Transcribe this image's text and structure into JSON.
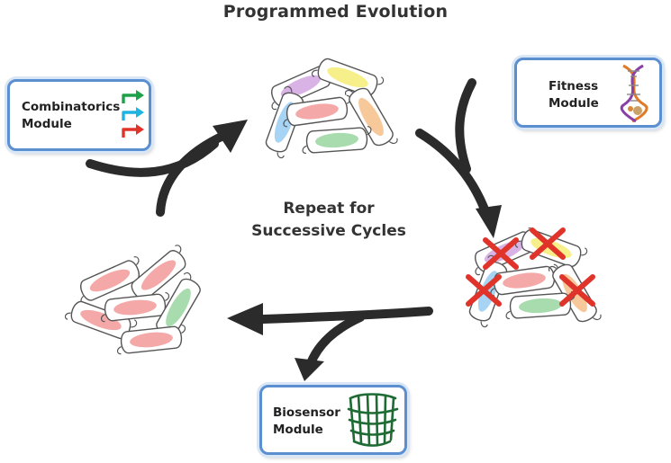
{
  "title": "Programmed Evolution",
  "center_text": {
    "line1": "Repeat for",
    "line2": "Successive Cycles"
  },
  "modules": {
    "combinatorics": {
      "line1": "Combinatorics",
      "line2": "Module",
      "icon": "promoter-arrows-icon"
    },
    "fitness": {
      "line1": "Fitness",
      "line2": "Module",
      "icon": "dna-helix-icon"
    },
    "biosensor": {
      "line1": "Biosensor",
      "line2": "Module",
      "icon": "protein-barrel-icon"
    }
  },
  "colors": {
    "arrow": "#2b2b2b",
    "module_border": "#5b8fd0",
    "eliminated_mark": "#e0342b",
    "cell_outline": "#666666",
    "promoter_green": "#1fa14a",
    "promoter_cyan": "#1fb4e0",
    "promoter_red": "#e0342b"
  }
}
